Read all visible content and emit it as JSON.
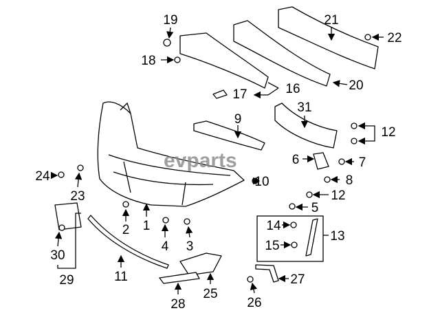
{
  "diagram": {
    "watermark": "evparts",
    "callouts": [
      "19",
      "21",
      "22",
      "18",
      "16",
      "17",
      "20",
      "9",
      "31",
      "12",
      "6",
      "7",
      "24",
      "23",
      "10",
      "8",
      "12",
      "5",
      "2",
      "1",
      "4",
      "3",
      "14",
      "13",
      "15",
      "30",
      "29",
      "11",
      "25",
      "27",
      "28",
      "26"
    ]
  }
}
